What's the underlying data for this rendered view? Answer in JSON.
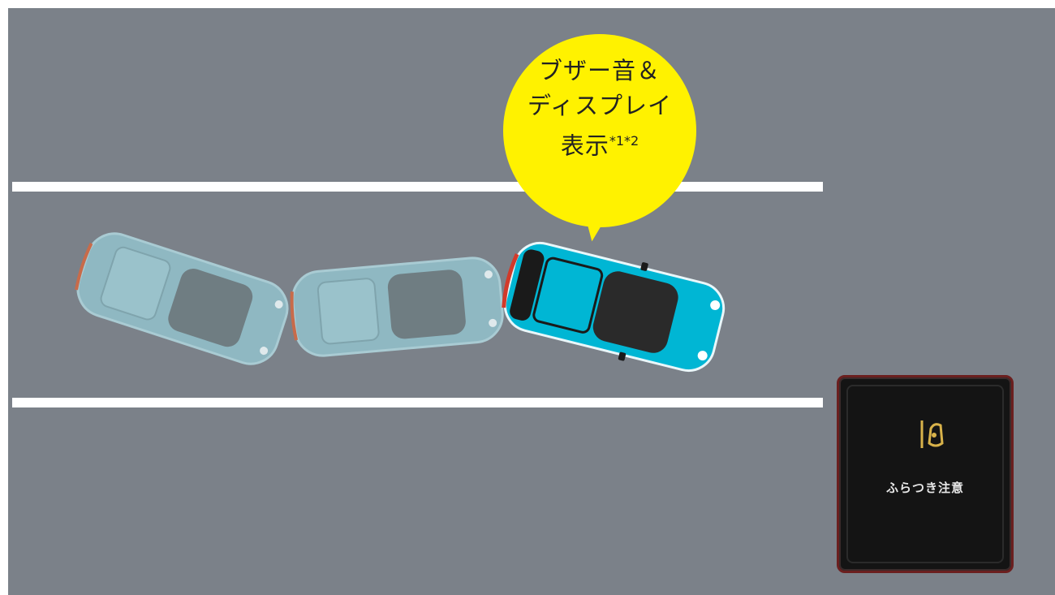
{
  "bubble": {
    "line1": "ブザー音＆",
    "line2": "ディスプレイ",
    "line3": "表示",
    "note": "*1*2"
  },
  "display": {
    "icon": "lane-sway-warning-icon",
    "text": "ふらつき注意"
  },
  "colors": {
    "road": "#7b8189",
    "lane": "#ffffff",
    "bubble": "#fff200",
    "car": "#00b6d4",
    "car_ghost": "#8fb8c2",
    "display_bg": "#141414",
    "display_border": "#6b1f1f"
  }
}
